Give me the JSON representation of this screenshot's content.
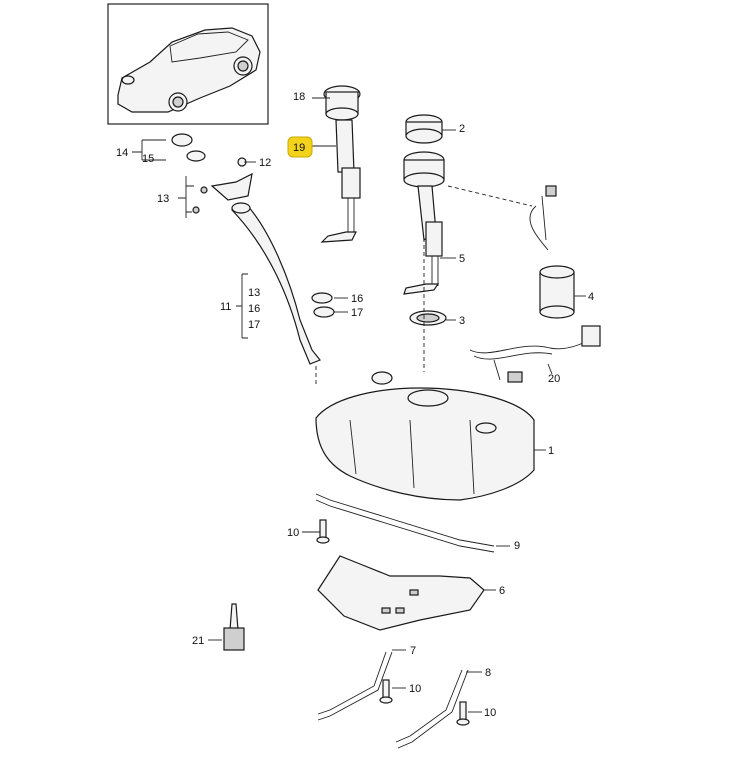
{
  "diagram": {
    "highlight_color": "#f2d21a",
    "callouts": {
      "c1": "1",
      "c2": "2",
      "c3": "3",
      "c4": "4",
      "c5": "5",
      "c6": "6",
      "c7": "7",
      "c8": "8",
      "c9": "9",
      "c10a": "10",
      "c10b": "10",
      "c10c": "10",
      "c11": "11",
      "c12": "12",
      "c13a": "13",
      "c13b": "13",
      "c14": "14",
      "c15": "15",
      "c16a": "16",
      "c16b": "16",
      "c17a": "17",
      "c17b": "17",
      "c18": "18",
      "c19": "19",
      "c20": "20",
      "c21": "21"
    }
  }
}
